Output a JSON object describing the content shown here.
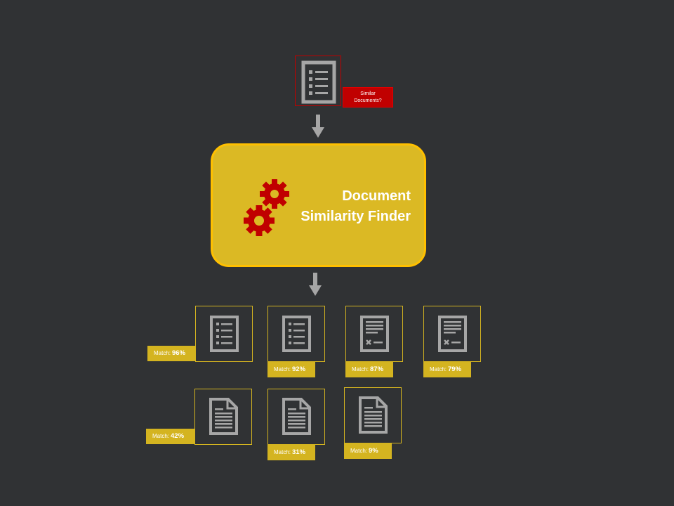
{
  "query": {
    "label_line1": "Similar",
    "label_line2": "Documents?"
  },
  "engine": {
    "title_line1": "Document",
    "title_line2": "Similarity Finder"
  },
  "results": [
    {
      "prefix": "Match:",
      "percent": "96%",
      "icon": "checklist-document-icon"
    },
    {
      "prefix": "Match:",
      "percent": "92%",
      "icon": "checklist-document-icon"
    },
    {
      "prefix": "Match:",
      "percent": "87%",
      "icon": "form-document-icon"
    },
    {
      "prefix": "Match:",
      "percent": "79%",
      "icon": "form-document-icon"
    },
    {
      "prefix": "Match:",
      "percent": "42%",
      "icon": "text-document-icon"
    },
    {
      "prefix": "Match:",
      "percent": "31%",
      "icon": "text-document-icon"
    },
    {
      "prefix": "Match:",
      "percent": "9%",
      "icon": "text-document-icon"
    }
  ],
  "colors": {
    "background": "#303234",
    "accent_yellow": "#dbb924",
    "accent_red": "#c00000",
    "icon_gray": "#a6a6a6"
  }
}
